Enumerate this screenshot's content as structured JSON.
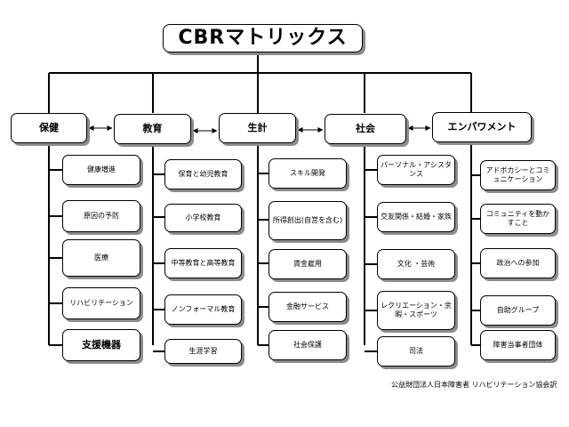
{
  "title": "CBRマトリックス",
  "columns": [
    {
      "heading": "保健",
      "items": [
        "健康増進",
        "原因の予防",
        "医療",
        "リハビリテーション",
        "支援機器"
      ]
    },
    {
      "heading": "教育",
      "items": [
        "保育と幼児教育",
        "小学校教育",
        "中等教育と高等教育",
        "ノンフォーマル教育",
        "生涯学習"
      ]
    },
    {
      "heading": "生計",
      "items": [
        "スキル開発",
        "所得創出(自営を含む)",
        "賃金雇用",
        "金融サービス",
        "社会保護"
      ]
    },
    {
      "heading": "社会",
      "items": [
        "パーソナル・アシスタンス",
        "交友関係・結婚・家族",
        "文化 ・芸術",
        "レクリエーション・余暇・スポーツ",
        "司法"
      ]
    },
    {
      "heading": "エンパワメント",
      "items": [
        "アドボカシーとコミュニケーション",
        "コミュニティを動かすこと",
        "政治への参加",
        "自助グループ",
        "障害当事者団体"
      ]
    }
  ],
  "footer": "公益財団法人日本障害者 リハビリテーション協会訳"
}
